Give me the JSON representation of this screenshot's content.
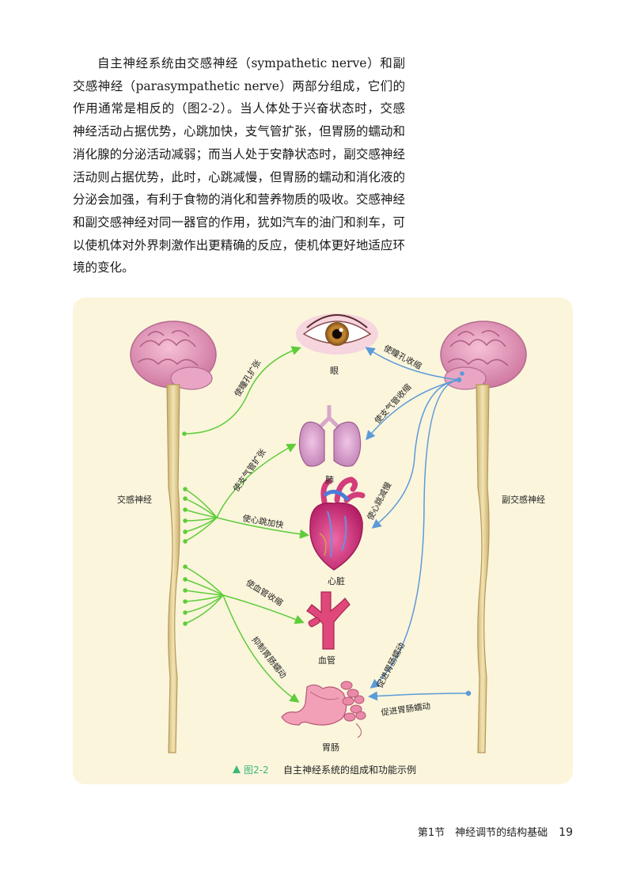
{
  "paragraph": "自主神经系统由交感神经（sympathetic nerve）和副交感神经（parasympathetic nerve）两部分组成，它们的作用通常是相反的（图2-2）。当人体处于兴奋状态时，交感神经活动占据优势，心跳加快，支气管扩张，但胃肠的蠕动和消化腺的分泌活动减弱；而当人处于安静状态时，副交感神经活动则占据优势，此时，心跳减慢，但胃肠的蠕动和消化液的分泌会加强，有利于食物的消化和营养物质的吸收。交感神经和副交感神经对同一器官的作用，犹如汽车的油门和刹车，可以使机体对外界刺激作出更精确的反应，使机体更好地适应环境的变化。",
  "figure": {
    "left_label": "交感神经",
    "right_label": "副交感神经",
    "organs": {
      "eye": "眼",
      "lung": "肺",
      "heart": "心脏",
      "vessel": "血管",
      "gut": "胃肠"
    },
    "sympathetic_effects": {
      "pupil": "使瞳孔扩张",
      "bronchi": "使支气管扩张",
      "heart": "使心跳加快",
      "vessel": "使血管收缩",
      "gut": "抑制胃肠蠕动"
    },
    "parasympathetic_effects": {
      "pupil": "使瞳孔收缩",
      "bronchi": "使支气管收缩",
      "heart": "使心跳减慢",
      "gut1": "促进胃肠蠕动",
      "gut2": "促进胃肠蠕动"
    },
    "caption_number": "图2-2",
    "caption_text": "自主神经系统的组成和功能示例",
    "colors": {
      "sympathetic": "#5fcc3a",
      "parasympathetic": "#5b9ad8",
      "caption": "#3cb87a"
    }
  },
  "footer": {
    "section": "第1节　神经调节的结构基础",
    "page": "19"
  }
}
